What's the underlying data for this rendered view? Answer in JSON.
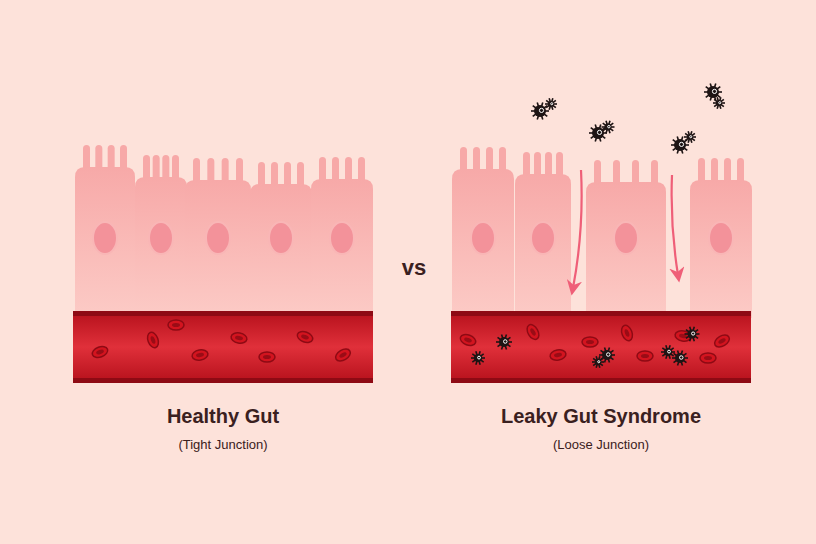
{
  "diagram": {
    "labels": [
      "Healthy Gut",
      "(Tight Junction)",
      "vs",
      "Leaky Gut Syndrome",
      "(Loose Junction)"
    ]
  }
}
